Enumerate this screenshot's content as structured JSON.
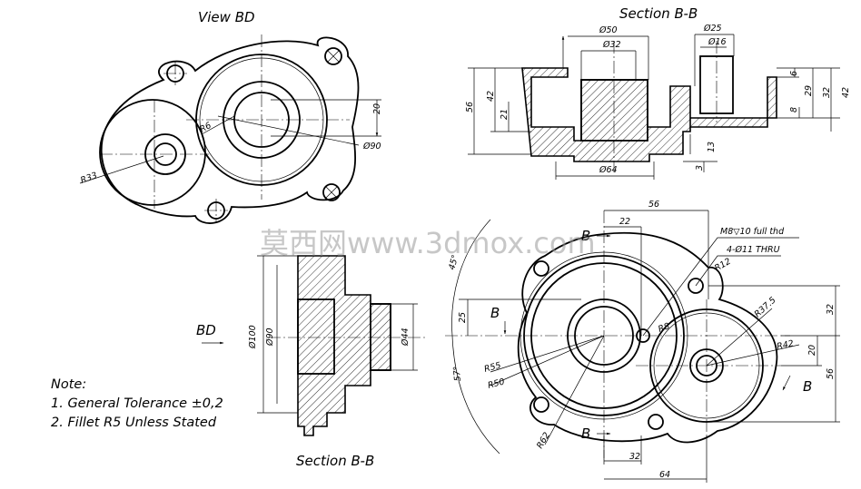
{
  "views": {
    "view_bd": {
      "title": "View BD",
      "dims": {
        "r6": "R6",
        "d90": "Ø90",
        "r33": "R33",
        "h20": "20"
      }
    },
    "section_top": {
      "title": "Section B-B",
      "dims": {
        "d50": "Ø50",
        "d32": "Ø32",
        "d25": "Ø25",
        "d16": "Ø16",
        "d64": "Ø64",
        "h56": "56",
        "h42l": "42",
        "h21": "21",
        "h6": "6",
        "h29": "29",
        "h32": "32",
        "h42r": "42",
        "h8": "8",
        "h13": "13",
        "h3": "3"
      }
    },
    "section_bottom": {
      "title": "Section B-B",
      "dims": {
        "d100": "Ø100",
        "d90": "Ø90",
        "d44": "Ø44"
      }
    },
    "view_bd_arrow": "BD",
    "main_view": {
      "dims": {
        "w56": "56",
        "w22": "22",
        "thread": "M8▽10 full thd",
        "holes": "4-Ø11 THRU",
        "r12": "R12",
        "a45": "45°",
        "h25": "25",
        "r8": "R8",
        "r37": "R37.5",
        "r42": "R42",
        "h20": "20",
        "h32": "32",
        "h56": "56",
        "r55": "R55",
        "r50": "R50",
        "a57": "57°",
        "r62": "R62",
        "w32": "32",
        "w64": "64"
      },
      "section_marks": [
        "B",
        "B",
        "B",
        "B"
      ]
    }
  },
  "notes": {
    "heading": "Note:",
    "items": [
      "1. General Tolerance ±0,2",
      "2. Fillet R5 Unless Stated"
    ]
  },
  "watermark": "莫西网www.3dmox.com"
}
